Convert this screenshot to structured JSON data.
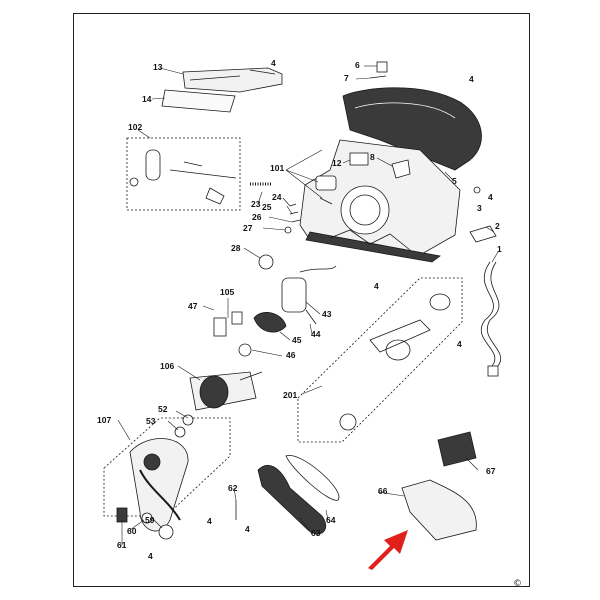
{
  "diagram": {
    "part_labels": [
      {
        "id": "13",
        "text": "13"
      },
      {
        "id": "14",
        "text": "14"
      },
      {
        "id": "102",
        "text": "102"
      },
      {
        "id": "6",
        "text": "6"
      },
      {
        "id": "7",
        "text": "7"
      },
      {
        "id": "4a",
        "text": "4"
      },
      {
        "id": "4b",
        "text": "4"
      },
      {
        "id": "12",
        "text": "12"
      },
      {
        "id": "8",
        "text": "8"
      },
      {
        "id": "101",
        "text": "101"
      },
      {
        "id": "5",
        "text": "5"
      },
      {
        "id": "4c",
        "text": "4"
      },
      {
        "id": "3",
        "text": "3"
      },
      {
        "id": "23",
        "text": "23"
      },
      {
        "id": "24",
        "text": "24"
      },
      {
        "id": "25",
        "text": "25"
      },
      {
        "id": "26",
        "text": "26"
      },
      {
        "id": "27",
        "text": "27"
      },
      {
        "id": "2",
        "text": "2"
      },
      {
        "id": "28",
        "text": "28"
      },
      {
        "id": "1",
        "text": "1"
      },
      {
        "id": "47",
        "text": "47"
      },
      {
        "id": "105",
        "text": "105"
      },
      {
        "id": "4d",
        "text": "4"
      },
      {
        "id": "43",
        "text": "43"
      },
      {
        "id": "44",
        "text": "44"
      },
      {
        "id": "45",
        "text": "45"
      },
      {
        "id": "46",
        "text": "46"
      },
      {
        "id": "4e",
        "text": "4"
      },
      {
        "id": "106",
        "text": "106"
      },
      {
        "id": "201",
        "text": "201"
      },
      {
        "id": "52",
        "text": "52"
      },
      {
        "id": "53",
        "text": "53"
      },
      {
        "id": "107",
        "text": "107"
      },
      {
        "id": "67",
        "text": "67"
      },
      {
        "id": "62",
        "text": "62"
      },
      {
        "id": "66",
        "text": "66"
      },
      {
        "id": "4f",
        "text": "4"
      },
      {
        "id": "59",
        "text": "59"
      },
      {
        "id": "60",
        "text": "60"
      },
      {
        "id": "61",
        "text": "61"
      },
      {
        "id": "4g",
        "text": "4"
      },
      {
        "id": "63",
        "text": "63"
      },
      {
        "id": "64",
        "text": "64"
      },
      {
        "id": "4h",
        "text": "4"
      }
    ],
    "copyright": "©",
    "colors": {
      "line": "#1a1a1a",
      "fill_light": "#f2f2f2",
      "fill_dark": "#3a3a3a",
      "arrow": "#e0201c"
    }
  }
}
